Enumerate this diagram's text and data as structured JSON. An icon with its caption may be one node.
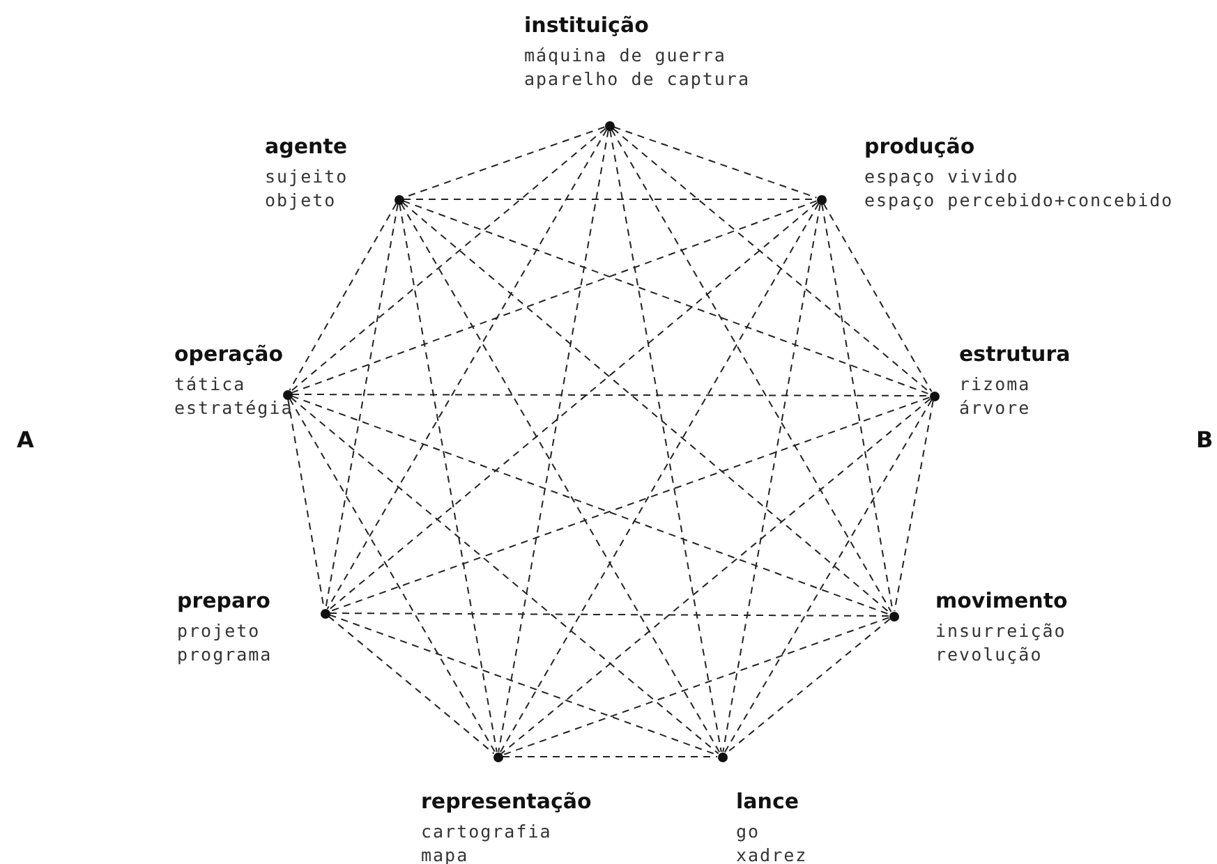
{
  "diagram": {
    "nodes": [
      {
        "text": [],
        "shape": "circle",
        "beside": [
          "instituição",
          "máquina de guerra",
          "aparelho de captura"
        ]
      },
      {
        "text": [],
        "shape": "circle",
        "beside": [
          "agente",
          "sujeito",
          "objeto"
        ]
      },
      {
        "text": [],
        "shape": "circle",
        "beside": [
          "produção",
          "espaço vivido",
          "espaço percebido+concebido"
        ]
      },
      {
        "text": [],
        "shape": "circle",
        "beside": [
          "operação",
          "tática",
          "estratégia"
        ]
      },
      {
        "text": [],
        "shape": "circle",
        "beside": [
          "estrutura",
          "rizoma",
          "árvore"
        ]
      },
      {
        "text": [],
        "shape": "circle",
        "beside": [
          "preparo",
          "projeto",
          "programa"
        ]
      },
      {
        "text": [],
        "shape": "circle",
        "beside": [
          "movimento",
          "insurreição",
          "revolução"
        ]
      },
      {
        "text": [],
        "shape": "circle",
        "beside": [
          "representação",
          "cartografia",
          "mapa"
        ]
      },
      {
        "text": [],
        "shape": "circle",
        "beside": [
          "lance",
          "go",
          "xadrez"
        ]
      }
    ],
    "edges": [
      {
        "from": 0,
        "to": 1,
        "arrow": "none"
      },
      {
        "from": 0,
        "to": 2,
        "arrow": "none"
      },
      {
        "from": 0,
        "to": 3,
        "arrow": "none"
      },
      {
        "from": 0,
        "to": 4,
        "arrow": "none"
      },
      {
        "from": 0,
        "to": 5,
        "arrow": "none"
      },
      {
        "from": 0,
        "to": 6,
        "arrow": "none"
      },
      {
        "from": 0,
        "to": 7,
        "arrow": "none"
      },
      {
        "from": 0,
        "to": 8,
        "arrow": "none"
      },
      {
        "from": 1,
        "to": 2,
        "arrow": "none"
      },
      {
        "from": 1,
        "to": 3,
        "arrow": "none"
      },
      {
        "from": 1,
        "to": 4,
        "arrow": "none"
      },
      {
        "from": 1,
        "to": 5,
        "arrow": "none"
      },
      {
        "from": 1,
        "to": 6,
        "arrow": "none"
      },
      {
        "from": 1,
        "to": 7,
        "arrow": "none"
      },
      {
        "from": 1,
        "to": 8,
        "arrow": "none"
      },
      {
        "from": 2,
        "to": 3,
        "arrow": "none"
      },
      {
        "from": 2,
        "to": 4,
        "arrow": "none"
      },
      {
        "from": 2,
        "to": 5,
        "arrow": "none"
      },
      {
        "from": 2,
        "to": 6,
        "arrow": "none"
      },
      {
        "from": 2,
        "to": 7,
        "arrow": "none"
      },
      {
        "from": 2,
        "to": 8,
        "arrow": "none"
      },
      {
        "from": 3,
        "to": 4,
        "arrow": "none"
      },
      {
        "from": 3,
        "to": 5,
        "arrow": "none"
      },
      {
        "from": 3,
        "to": 6,
        "arrow": "none"
      },
      {
        "from": 3,
        "to": 7,
        "arrow": "none"
      },
      {
        "from": 3,
        "to": 8,
        "arrow": "none"
      },
      {
        "from": 4,
        "to": 5,
        "arrow": "none"
      },
      {
        "from": 4,
        "to": 6,
        "arrow": "none"
      },
      {
        "from": 4,
        "to": 7,
        "arrow": "none"
      },
      {
        "from": 4,
        "to": 8,
        "arrow": "none"
      },
      {
        "from": 5,
        "to": 6,
        "arrow": "none"
      },
      {
        "from": 5,
        "to": 7,
        "arrow": "none"
      },
      {
        "from": 5,
        "to": 8,
        "arrow": "none"
      },
      {
        "from": 6,
        "to": 7,
        "arrow": "none"
      },
      {
        "from": 6,
        "to": 8,
        "arrow": "none"
      },
      {
        "from": 7,
        "to": 8,
        "arrow": "none"
      }
    ],
    "labels": [
      "A",
      "B"
    ]
  }
}
